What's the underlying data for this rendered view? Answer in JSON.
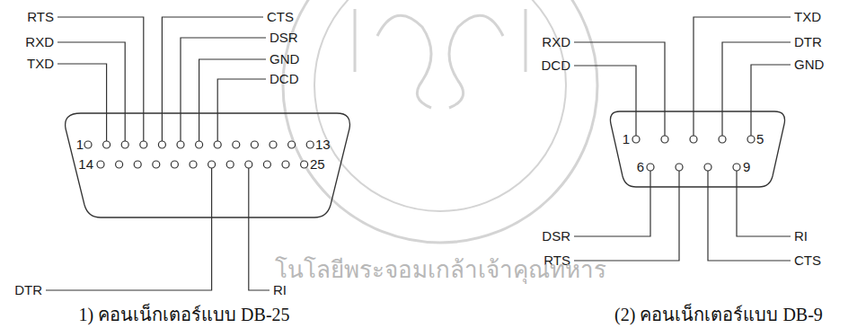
{
  "diagram": {
    "labels": [
      "RTS",
      "CTS",
      "RXD",
      "DSR",
      "GND",
      "TXD",
      "DCD",
      "1",
      "13",
      "14",
      "25",
      "DTR",
      "RI",
      "RXD",
      "TXD",
      "DTR",
      "DCD",
      "GND",
      "1",
      "5",
      "6",
      "9",
      "DSR",
      "RI",
      "RTS",
      "CTS",
      "1) คอนเน็กเตอร์แบบ DB-25",
      "(2) คอนเน็กเตอร์แบบ DB-9",
      "โนโลยีพระจอมเกล้าเจ้าคุณทหาร"
    ]
  }
}
